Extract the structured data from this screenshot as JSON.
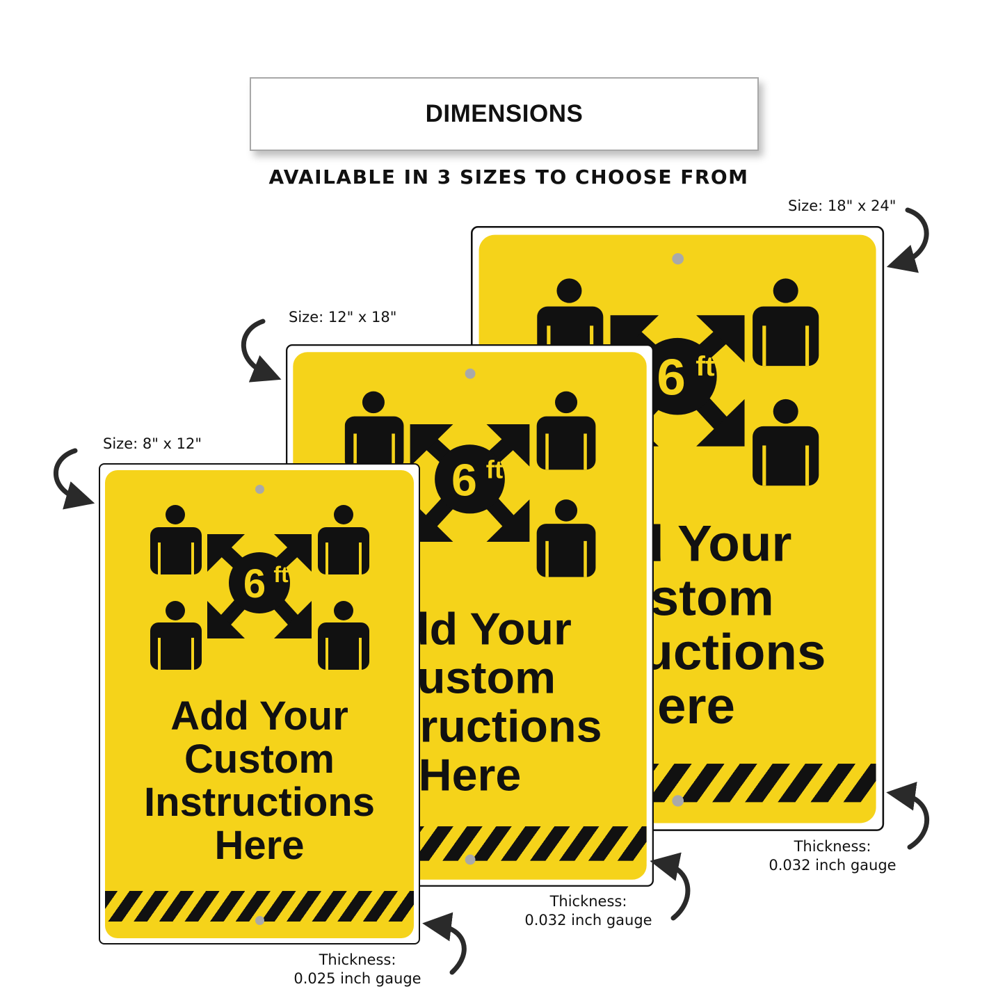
{
  "header": {
    "title": "DIMENSIONS",
    "subtitle": "AVAILABLE IN 3 SIZES TO CHOOSE FROM"
  },
  "sign_text": {
    "line1": "Add Your",
    "line2": "Custom",
    "line3": "Instructions",
    "line4": "Here",
    "distance": "6",
    "unit": "ft"
  },
  "sizes": [
    {
      "size": "Size: 8\" x 12\"",
      "thickness_label": "Thickness:",
      "thickness": "0.025 inch gauge"
    },
    {
      "size": "Size: 12\" x 18\"",
      "thickness_label": "Thickness:",
      "thickness": "0.032 inch gauge"
    },
    {
      "size": "Size: 18\" x 24\"",
      "thickness_label": "Thickness:",
      "thickness": "0.032 inch gauge"
    }
  ],
  "colors": {
    "sign_yellow": "#f5d31a",
    "ink": "#111111"
  }
}
